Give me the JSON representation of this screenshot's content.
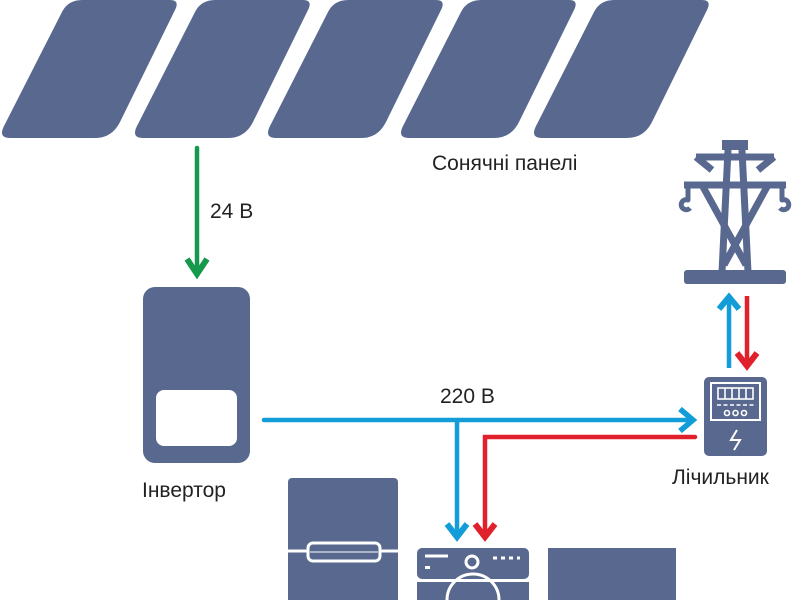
{
  "title": "Solar power system diagram",
  "colors": {
    "device": "#58688f",
    "dc_flow": "#16994a",
    "ac_out": "#129cd8",
    "grid_in": "#e0202a",
    "text": "#222222"
  },
  "labels": {
    "solar_panels": "Сонячні панелі",
    "dc_voltage": "24 В",
    "inverter": "Інвертор",
    "ac_voltage": "220 В",
    "meter": "Лічильник"
  },
  "components": [
    {
      "id": "solar-panels",
      "label_key": "solar_panels",
      "icon": "solar-panel-icon",
      "count": 5
    },
    {
      "id": "inverter",
      "label_key": "inverter",
      "icon": "inverter-icon"
    },
    {
      "id": "meter",
      "label_key": "meter",
      "icon": "electric-meter-icon"
    },
    {
      "id": "power-line",
      "icon": "transmission-tower-icon"
    },
    {
      "id": "refrigerator",
      "icon": "refrigerator-icon"
    },
    {
      "id": "washing-machine",
      "icon": "washing-machine-icon"
    },
    {
      "id": "appliance",
      "icon": "appliance-icon"
    }
  ],
  "flows": [
    {
      "from": "solar-panels",
      "to": "inverter",
      "label_key": "dc_voltage",
      "color": "dc_flow"
    },
    {
      "from": "inverter",
      "to": "meter",
      "label_key": "ac_voltage",
      "color": "ac_out"
    },
    {
      "from": "inverter",
      "to": "washing-machine",
      "color": "ac_out"
    },
    {
      "from": "meter",
      "to": "washing-machine",
      "color": "grid_in"
    },
    {
      "from": "meter",
      "to": "power-line",
      "color": "ac_out"
    },
    {
      "from": "power-line",
      "to": "meter",
      "color": "grid_in"
    }
  ]
}
